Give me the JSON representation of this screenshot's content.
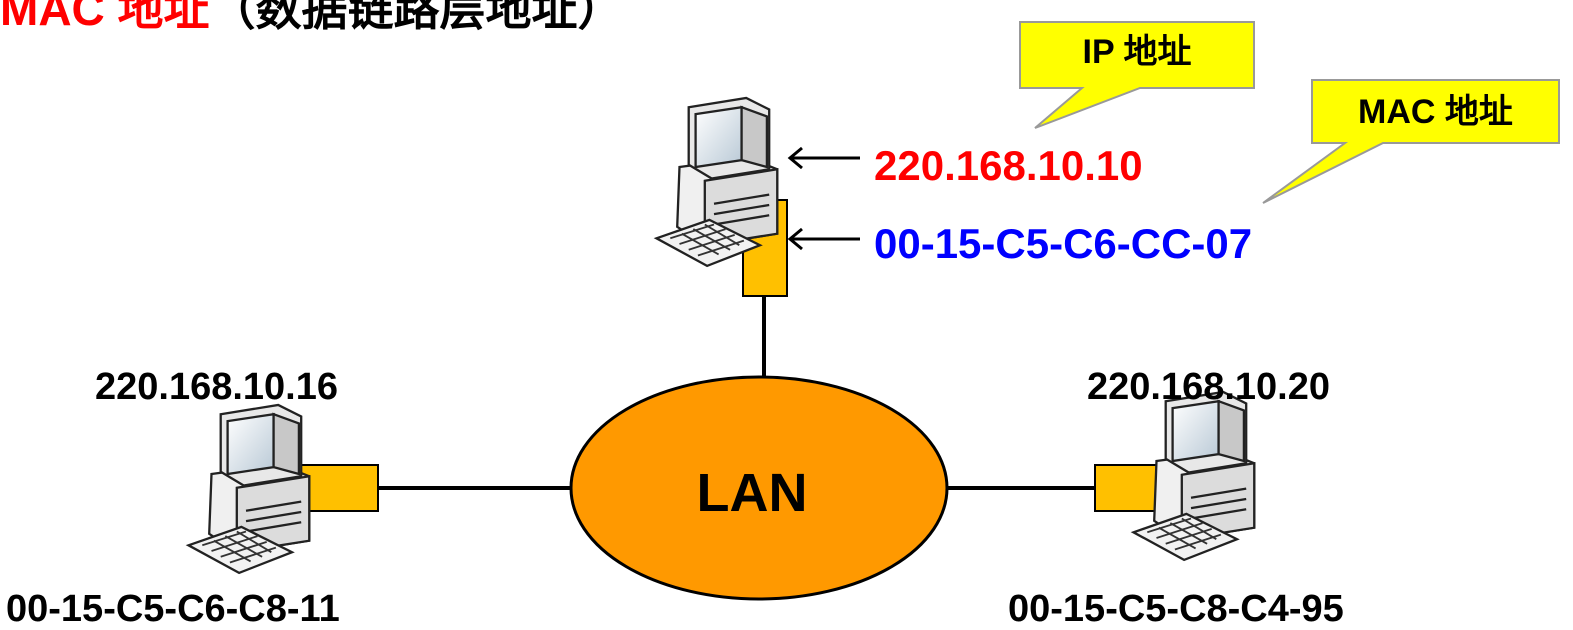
{
  "title": {
    "mac": "MAC 地址",
    "rest": "（数据链路层地址）"
  },
  "callouts": {
    "ip": "IP 地址",
    "mac": "MAC 地址"
  },
  "hosts": {
    "top": {
      "ip": "220.168.10.10",
      "mac": "00-15-C5-C6-CC-07"
    },
    "left": {
      "ip": "220.168.10.16",
      "mac": "00-15-C5-C6-C8-11"
    },
    "right": {
      "ip": "220.168.10.20",
      "mac": "00-15-C5-C8-C4-95"
    }
  },
  "network": {
    "label": "LAN"
  },
  "colors": {
    "ip_highlight": "#ff0000",
    "mac_highlight": "#0000ff",
    "callout_fill": "#ffff00",
    "lan_fill": "#ff9900",
    "nic_fill": "#ffc000"
  },
  "icons": [
    "desktop-computer-icon",
    "network-interface-card-icon",
    "left-arrow-icon"
  ]
}
